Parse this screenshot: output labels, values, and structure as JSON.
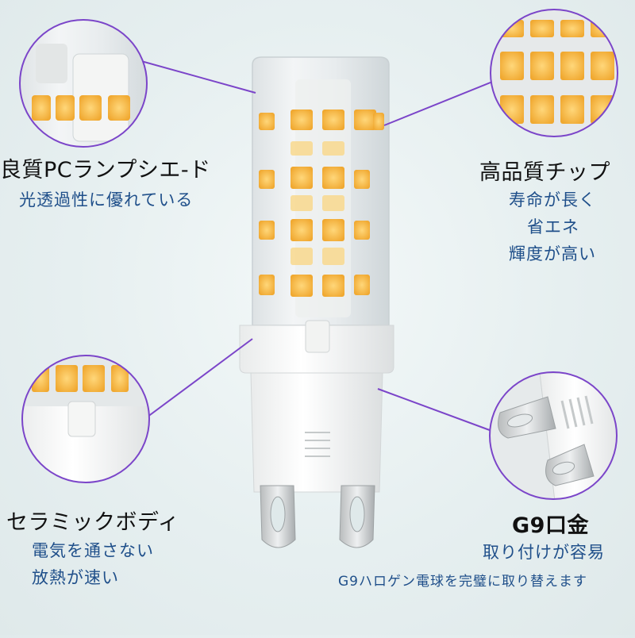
{
  "features": {
    "shade": {
      "title": "良質PCランプシエ-ド",
      "lines": [
        "光透過性に優れている"
      ]
    },
    "chip": {
      "title": "高品質チップ",
      "lines": [
        "寿命が長く",
        "省エネ",
        "輝度が高い"
      ]
    },
    "body": {
      "title": "セラミックボディ",
      "lines": [
        "電気を通さない",
        "放熱が速い"
      ]
    },
    "base": {
      "title": "G9口金",
      "lines": [
        "取り付けが容易",
        "G9ハロゲン電球を完璧に取り替えます"
      ]
    }
  },
  "colors": {
    "leader_line": "#7b45c9",
    "sub_text": "#1f4f8a",
    "led_chip": "#f4b84a",
    "ceramic": "#f7f7f5"
  }
}
